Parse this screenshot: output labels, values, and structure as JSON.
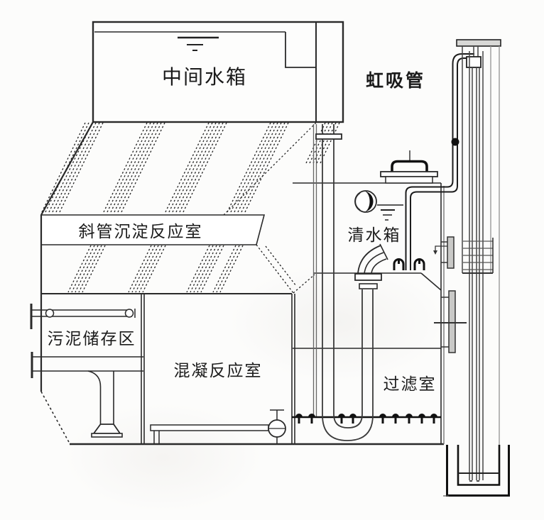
{
  "diagram": {
    "type": "process-equipment-schematic",
    "labels": {
      "intermediate_tank": "中间水箱",
      "siphon_pipe": "虹吸管",
      "inclined_tube_chamber": "斜管沉淀反应室",
      "clean_water_tank": "清水箱",
      "sludge_storage": "污泥储存区",
      "coagulation_chamber": "混凝反应室",
      "filter_chamber": "过滤室"
    },
    "colors": {
      "line": "#2a2a2a",
      "dark": "#111111",
      "gray": "#8a8a8a",
      "background": "#fcfcfb",
      "text": "#1b1b1b"
    }
  }
}
